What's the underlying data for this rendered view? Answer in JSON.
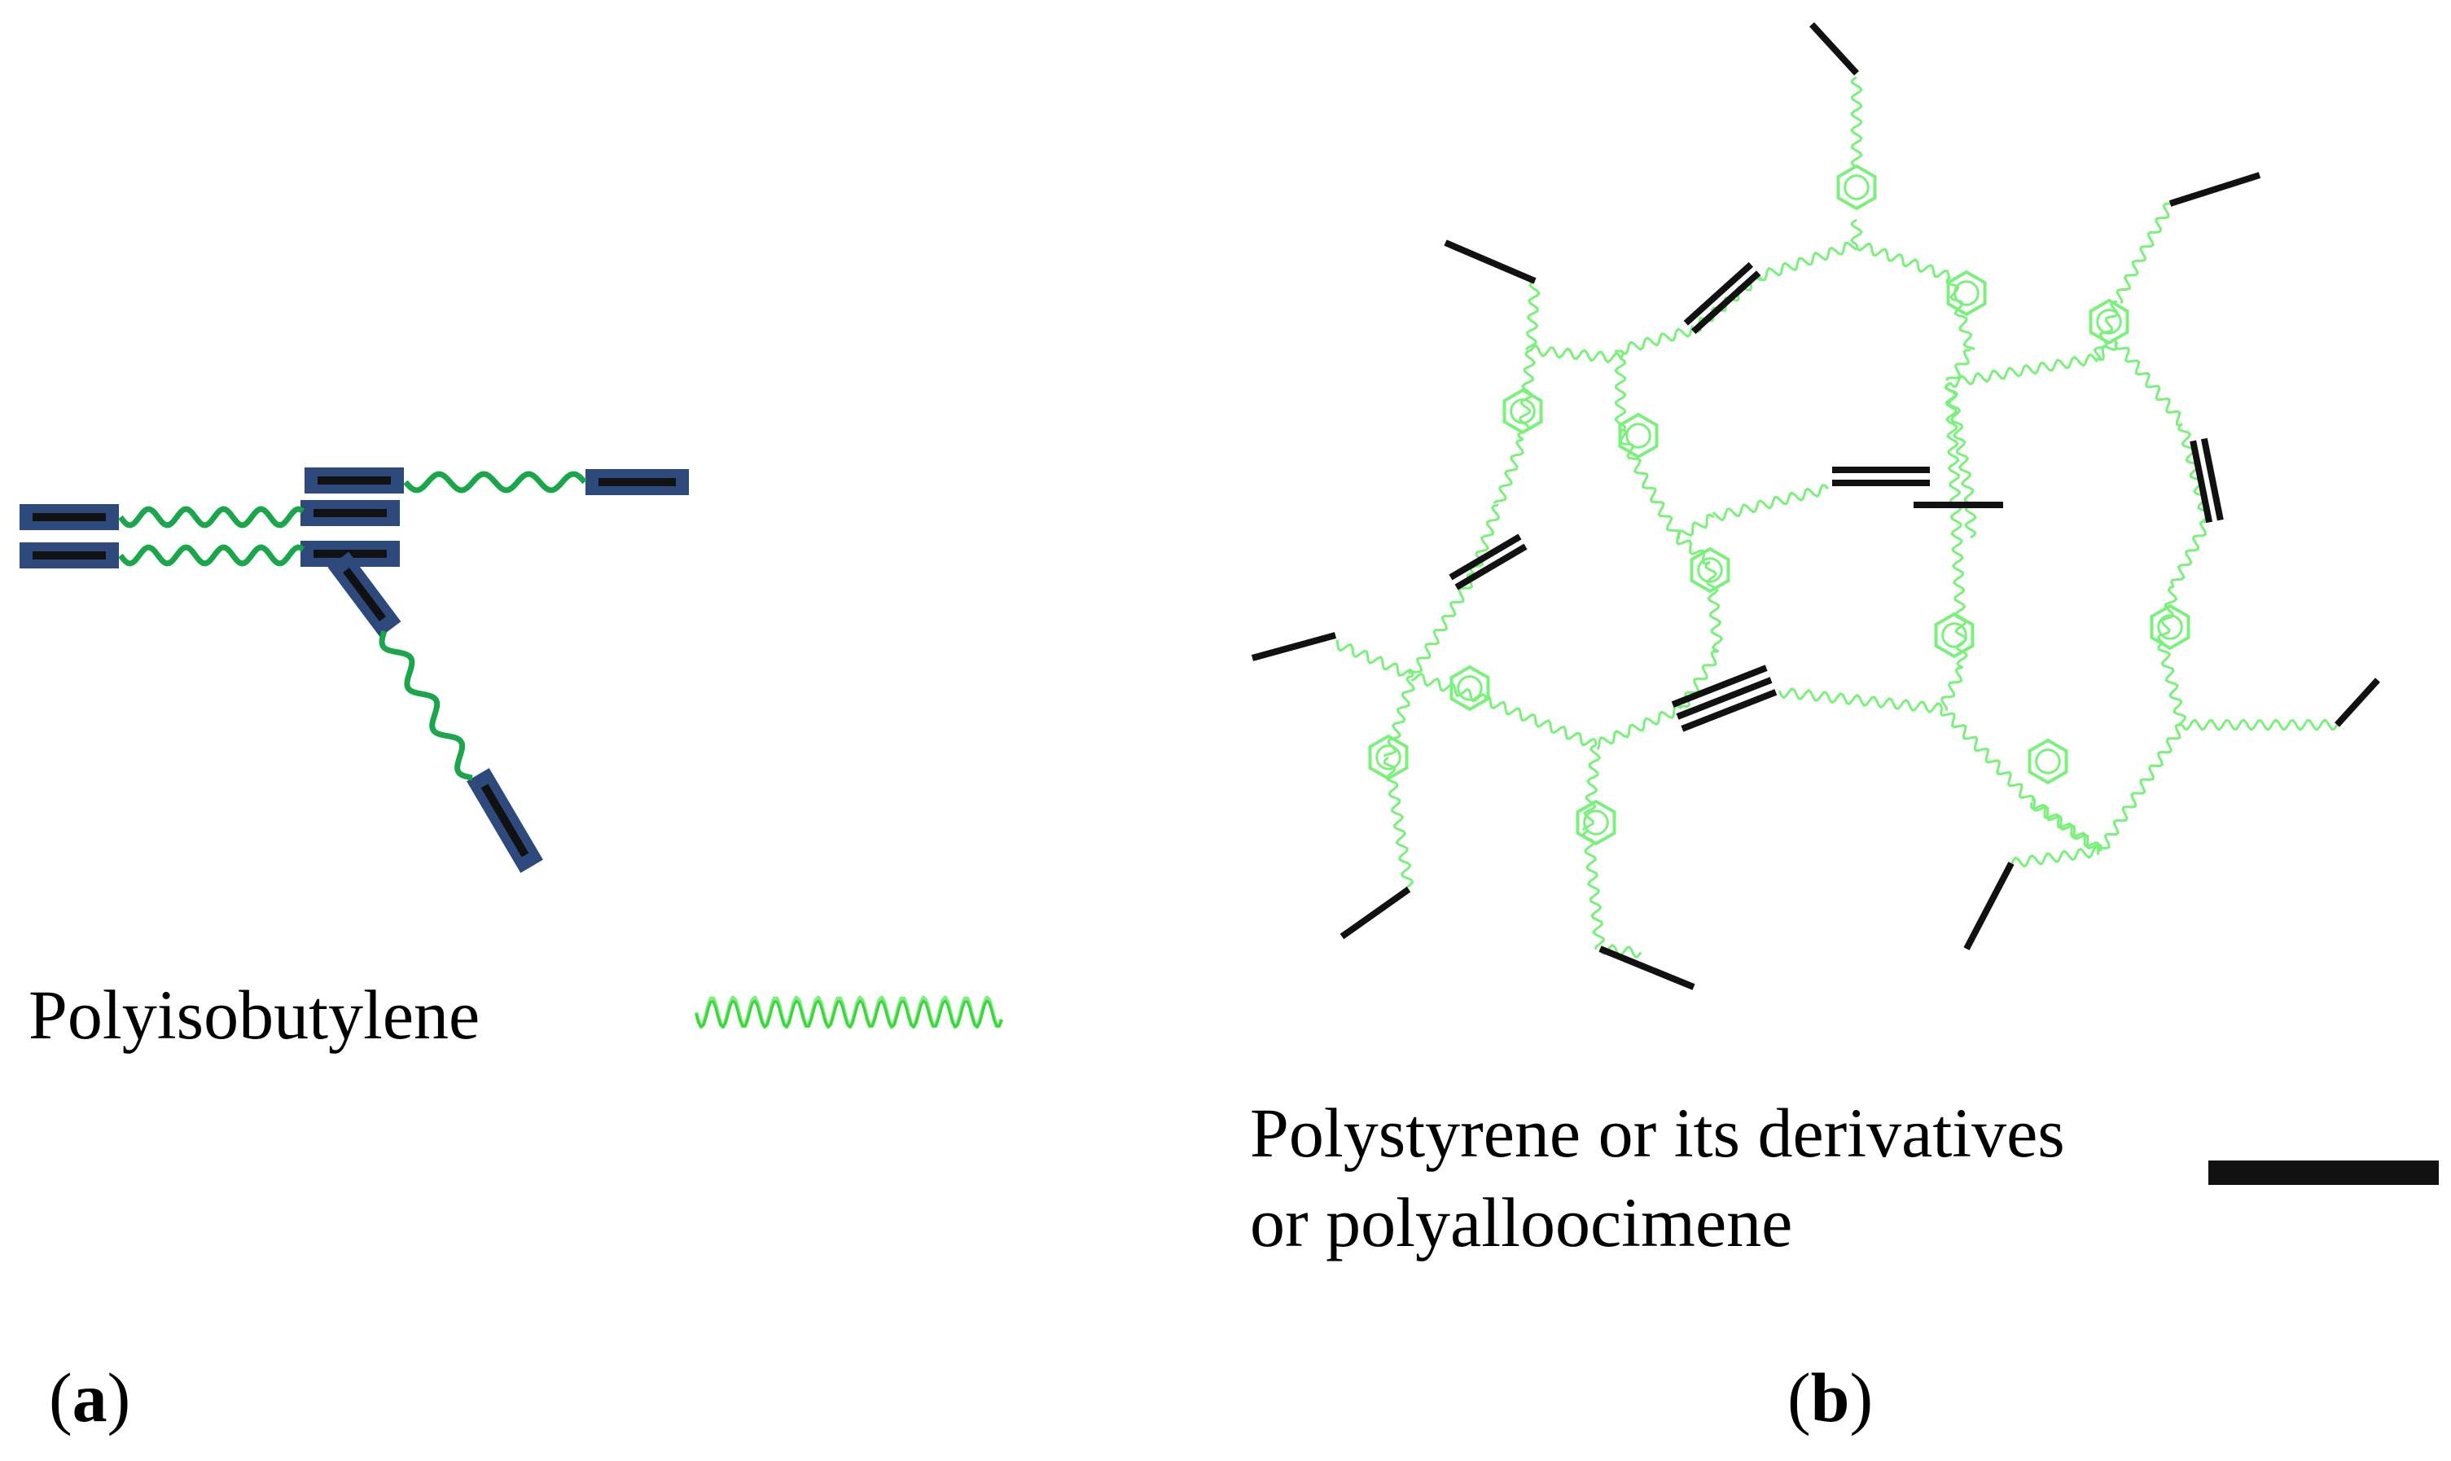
{
  "panel_a": {
    "label_open": "(",
    "label_letter": "a",
    "label_close": ")",
    "legend_label": "Polyisobutylene"
  },
  "panel_b": {
    "label_open": "(",
    "label_letter": "b",
    "label_close": ")",
    "legend_label_line1": "Polystyrene or its derivatives",
    "legend_label_line2": "or polyalloocimene"
  },
  "colors": {
    "soft_segment_dark": "#1aa64a",
    "soft_segment_light": "#7cf07c",
    "hard_segment": "#111111",
    "hard_segment_outline": "#2e4a7d"
  }
}
